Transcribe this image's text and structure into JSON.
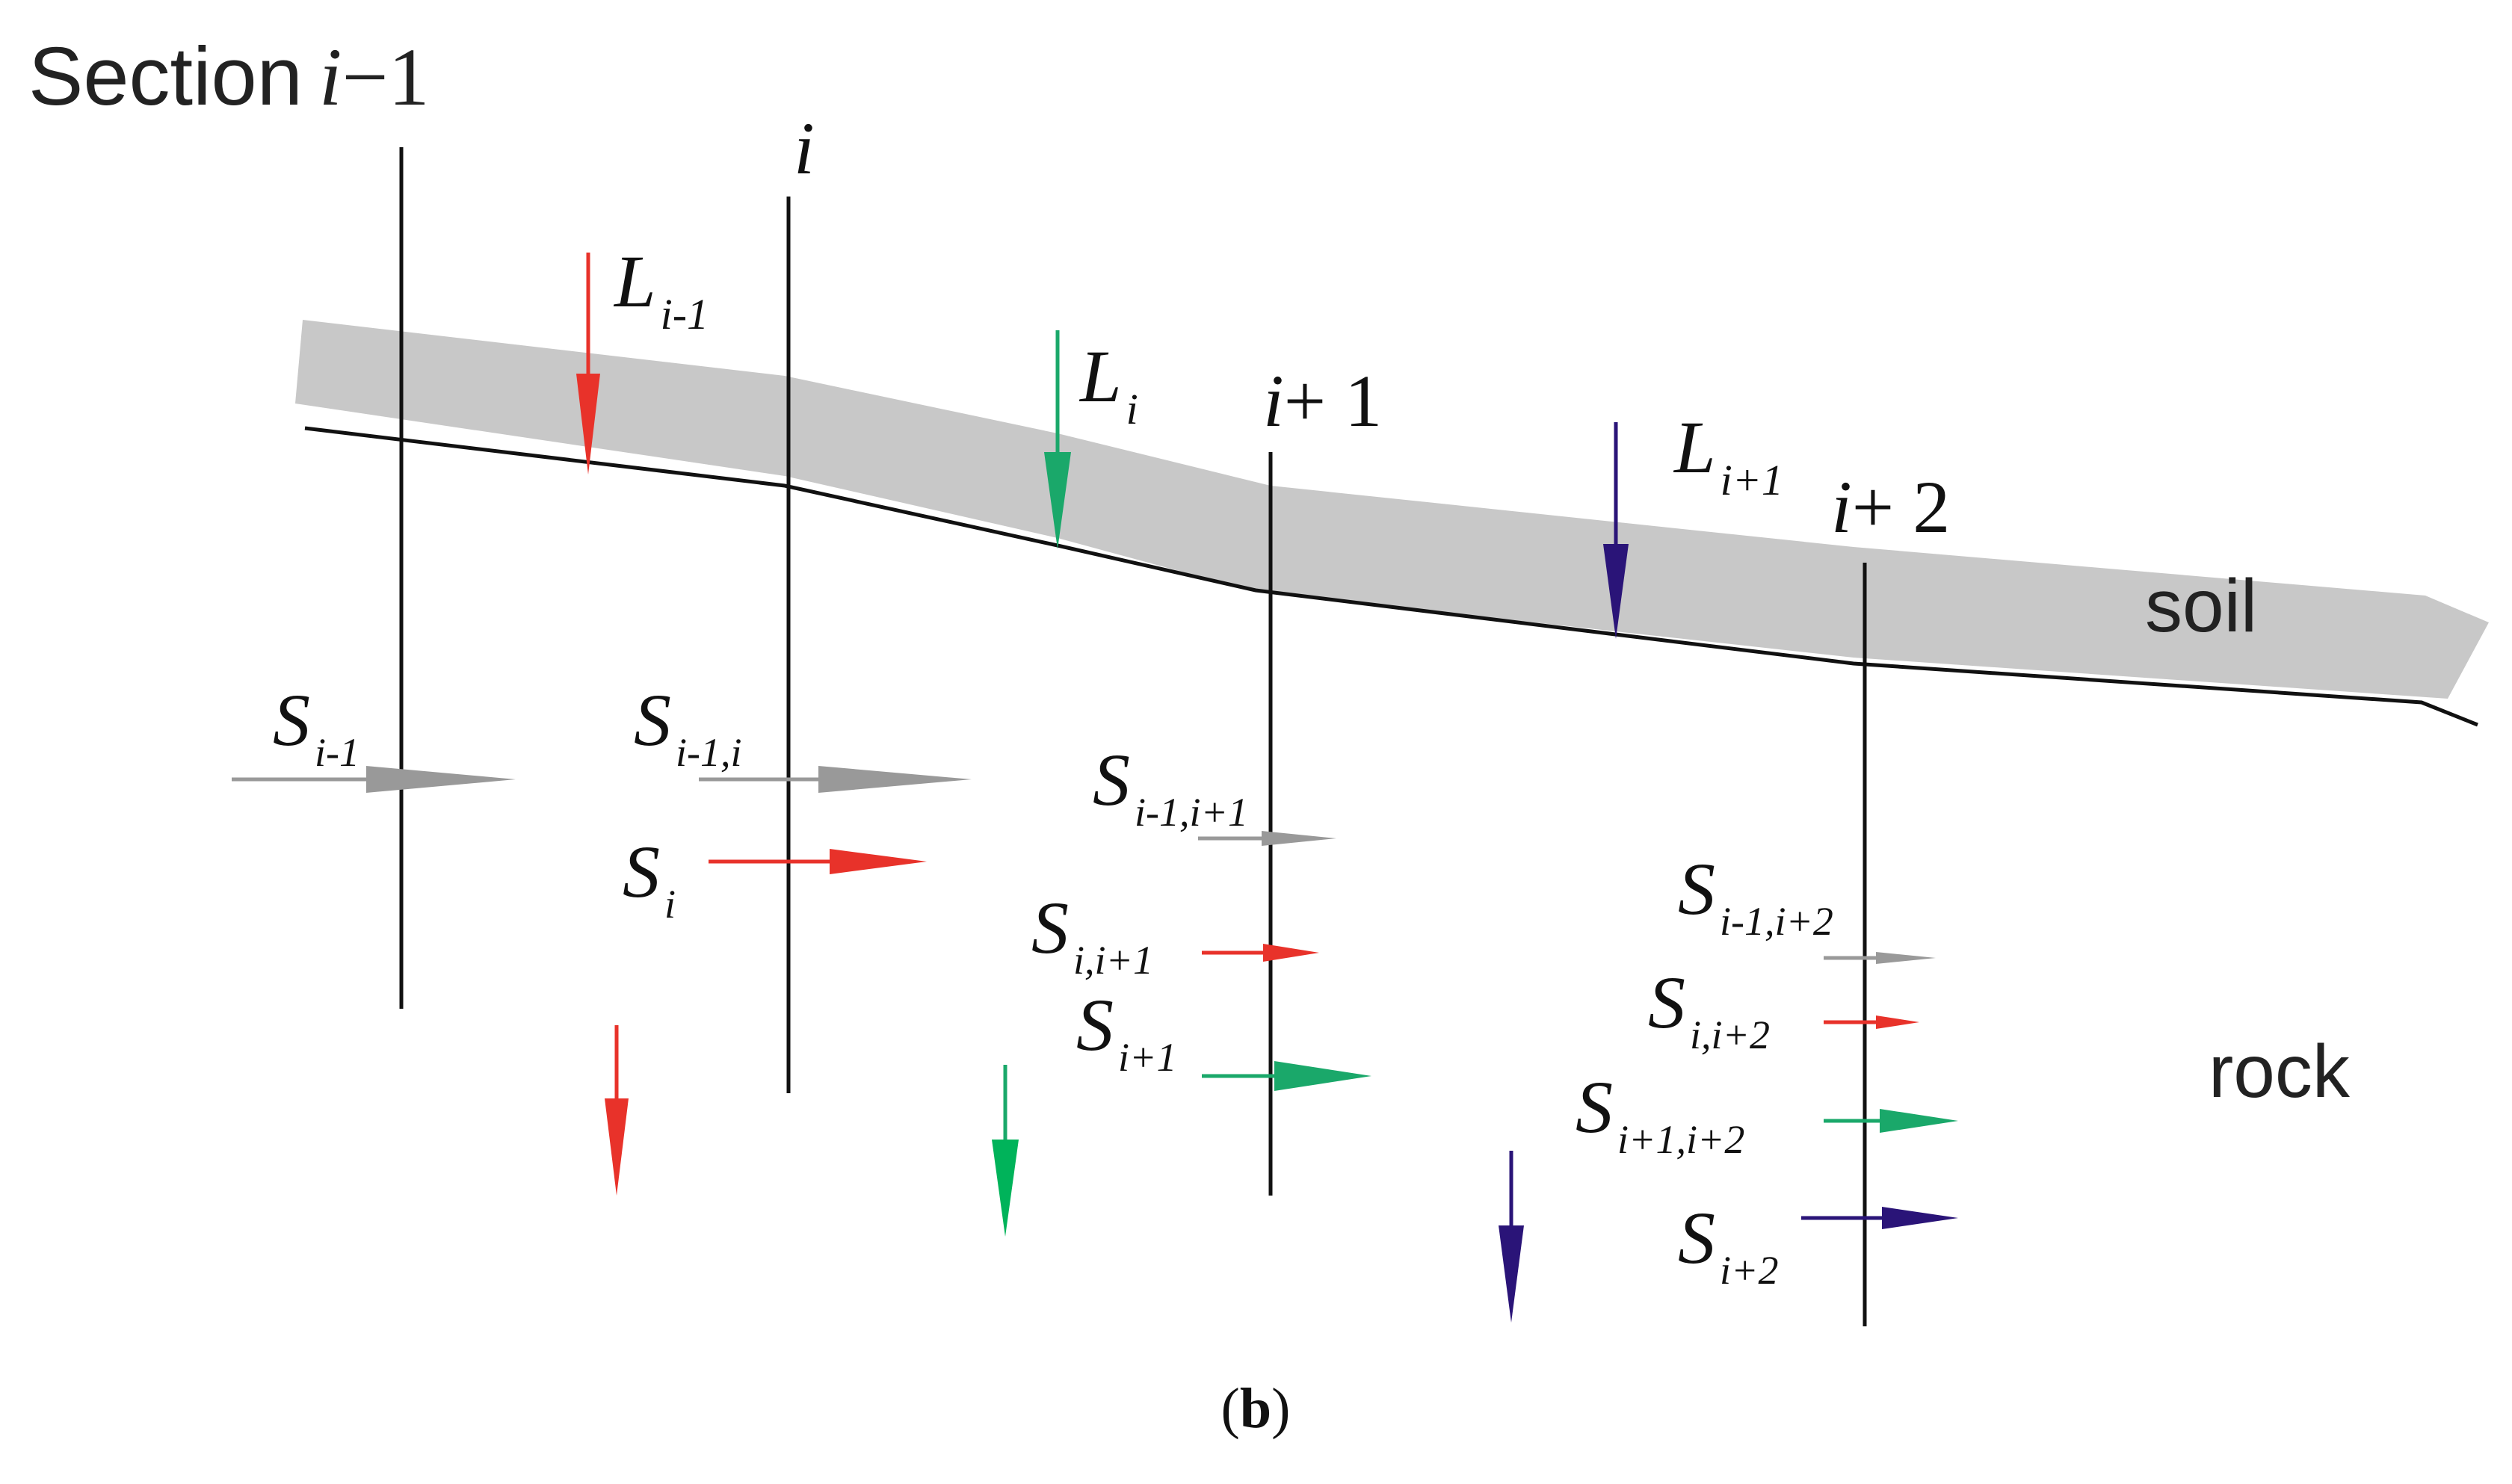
{
  "caption": {
    "letter": "b",
    "open": "(",
    "close": ")"
  },
  "layers": {
    "soil": "soil",
    "rock": "rock"
  },
  "sections": {
    "prefix": "Section",
    "s0": {
      "var": "i",
      "op": "−",
      "num": "1"
    },
    "s1": {
      "var": "i"
    },
    "s2": {
      "var": "i",
      "op": "+ ",
      "num": "1"
    },
    "s3": {
      "var": "i",
      "op": "+ ",
      "num": "2"
    }
  },
  "loads": {
    "l0": {
      "main": "L",
      "sub": "i-1",
      "color": "#e8322a"
    },
    "l1": {
      "main": "L",
      "sub": "i",
      "color": "#1aa86a"
    },
    "l2": {
      "main": "L",
      "sub": "i+1",
      "color": "#2a1478"
    }
  },
  "shear": {
    "s_im1": {
      "main": "S",
      "sub": "i-1",
      "color": "#999999"
    },
    "s_im1_i": {
      "main": "S",
      "sub": "i-1,i",
      "color": "#999999"
    },
    "s_i": {
      "main": "S",
      "sub": "i",
      "color": "#e8322a"
    },
    "s_im1_ip1": {
      "main": "S",
      "sub": "i-1,i+1",
      "color": "#999999"
    },
    "s_i_ip1": {
      "main": "S",
      "sub": "i,i+1",
      "color": "#e8322a"
    },
    "s_ip1": {
      "main": "S",
      "sub": "i+1",
      "color": "#1aa86a"
    },
    "s_im1_ip2": {
      "main": "S",
      "sub": "i-1,i+2",
      "color": "#999999"
    },
    "s_i_ip2": {
      "main": "S",
      "sub": "i,i+2",
      "color": "#e8322a"
    },
    "s_ip1_ip2": {
      "main": "S",
      "sub": "i+1,i+2",
      "color": "#1aa86a"
    },
    "s_ip2": {
      "main": "S",
      "sub": "i+2",
      "color": "#2a1478"
    }
  },
  "colors": {
    "soil_band": "#c8c8c8",
    "ground_line": "#111111",
    "red": "#e8322a",
    "green": "#1aa86a",
    "blue": "#2a1478",
    "gray": "#999999"
  }
}
